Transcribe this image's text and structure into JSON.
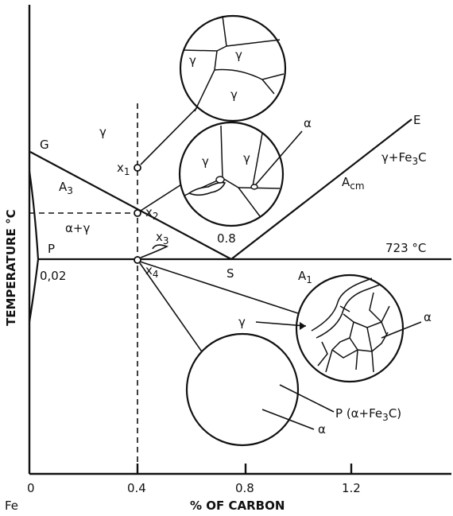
{
  "axes": {
    "y_label": "TEMPERATURE °C",
    "x_label": "% OF CARBON",
    "x_ticks": [
      "0",
      "0.4",
      "0.8",
      "1.2"
    ],
    "x_origin_label": "Fe"
  },
  "points": {
    "G": "G",
    "E": "E",
    "P": "P",
    "S": "S",
    "x1": "x",
    "x1_sub": "1",
    "x2": "x",
    "x2_sub": "2",
    "x3": "x",
    "x3_sub": "3",
    "x4": "x",
    "x4_sub": "4"
  },
  "phase_labels": {
    "gamma": "γ",
    "alpha_gamma": "α+γ",
    "A3": "A",
    "A3_sub": "3",
    "Acm": "A",
    "Acm_sub": "cm",
    "A1": "A",
    "A1_sub": "1",
    "gamma_fe3c_prefix": "γ+Fe",
    "gamma_fe3c_sub": "3",
    "gamma_fe3c_suffix": "C"
  },
  "values": {
    "p_carbon": "0,02",
    "eutectoid": "0.8",
    "eutectoid_temp": "723 °C"
  },
  "micro_labels": {
    "gamma": "γ",
    "alpha": "α",
    "pearlite_prefix": "P (α+Fe",
    "pearlite_sub": "3",
    "pearlite_suffix": "C)"
  }
}
